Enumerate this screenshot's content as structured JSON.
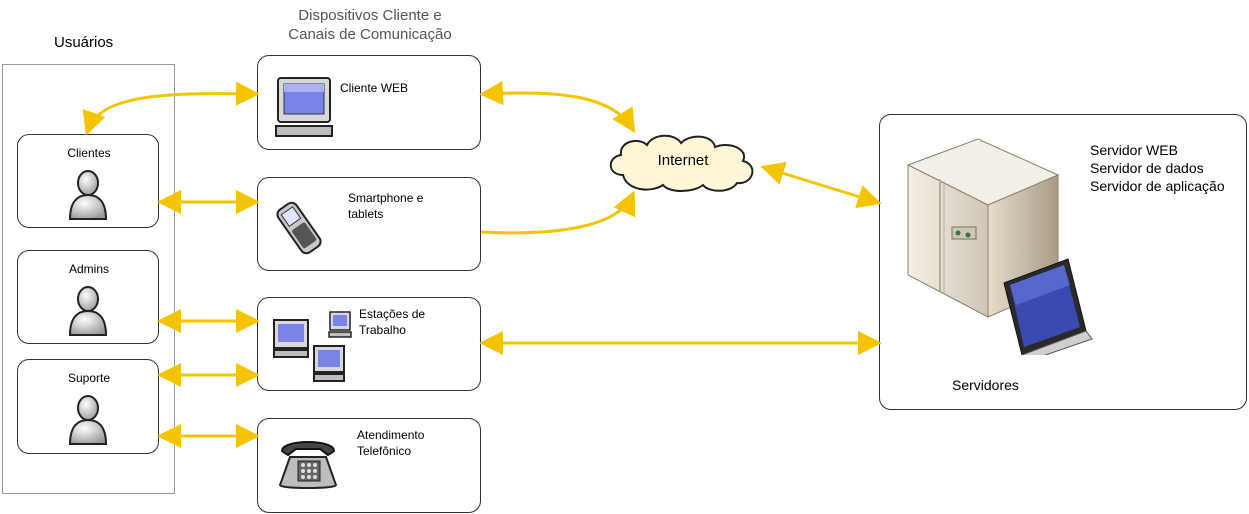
{
  "headings": {
    "users": "Usuários",
    "devices_line1": "Dispositivos Cliente e",
    "devices_line2": "Canais de Comunicação"
  },
  "users": [
    {
      "label": "Clientes",
      "icon": "person-icon"
    },
    {
      "label": "Admins",
      "icon": "person-icon"
    },
    {
      "label": "Suporte",
      "icon": "person-icon"
    }
  ],
  "devices": [
    {
      "label": "Cliente WEB",
      "icon": "monitor-icon"
    },
    {
      "label": "Smartphone e\ntablets",
      "icon": "mobile-phone-icon"
    },
    {
      "label": "Estações de\nTrabalho",
      "icon": "workstations-icon"
    },
    {
      "label": "Atendimento\nTelefônico",
      "icon": "telephone-icon"
    }
  ],
  "internet": {
    "label": "Internet",
    "icon": "cloud-icon"
  },
  "servers": {
    "lines": [
      "Servidor WEB",
      "Servidor de dados",
      "Servidor de aplicação"
    ],
    "caption": "Servidores",
    "icon": "server-tower-icon"
  },
  "colors": {
    "arrow": "#f5c400",
    "border": "#333333",
    "frame": "#999999"
  }
}
